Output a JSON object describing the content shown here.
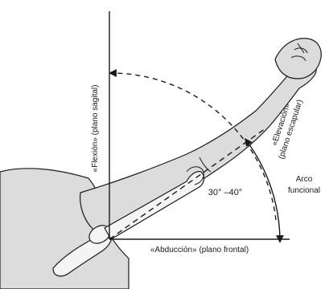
{
  "labels": {
    "flexion": "«Flexión» (plano sagital)",
    "elevation_line1": "«Elevación»",
    "elevation_line2": "(plano escapular)",
    "abduction": "«Abducción» (plano frontal)",
    "angle": "30° –40°",
    "arc_line1": "Arco",
    "arc_line2": "funcional"
  },
  "colors": {
    "line": "#1a1a1a",
    "skin_fill": "#dcdcdc",
    "bone_fill": "#f4f4f4",
    "background": "#ffffff"
  }
}
